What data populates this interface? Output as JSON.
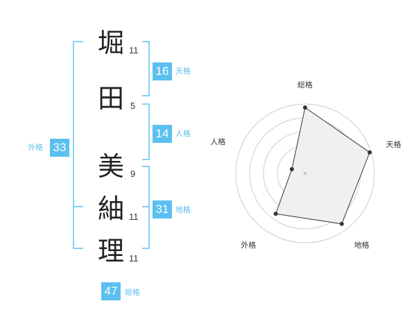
{
  "name_chars": [
    {
      "char": "堀",
      "strokes": "11"
    },
    {
      "char": "田",
      "strokes": "5"
    },
    {
      "char": "美",
      "strokes": "9"
    },
    {
      "char": "紬",
      "strokes": "11"
    },
    {
      "char": "理",
      "strokes": "11"
    }
  ],
  "fortunes": {
    "tenkaku": {
      "label": "天格",
      "value": "16"
    },
    "jinkaku": {
      "label": "人格",
      "value": "14"
    },
    "chikaku": {
      "label": "地格",
      "value": "31"
    },
    "gaikaku": {
      "label": "外格",
      "value": "33"
    },
    "soukaku": {
      "label": "総格",
      "value": "47"
    }
  },
  "colors": {
    "accent": "#5bc0f0",
    "polygon_stroke": "#333333",
    "polygon_fill": "#f0f0f0",
    "grid": "#cccccc"
  },
  "chart_data": {
    "type": "radar",
    "axes": [
      "総格",
      "天格",
      "地格",
      "外格",
      "人格"
    ],
    "values": [
      0.95,
      0.98,
      0.9,
      0.72,
      0.2
    ],
    "rings": 5
  }
}
